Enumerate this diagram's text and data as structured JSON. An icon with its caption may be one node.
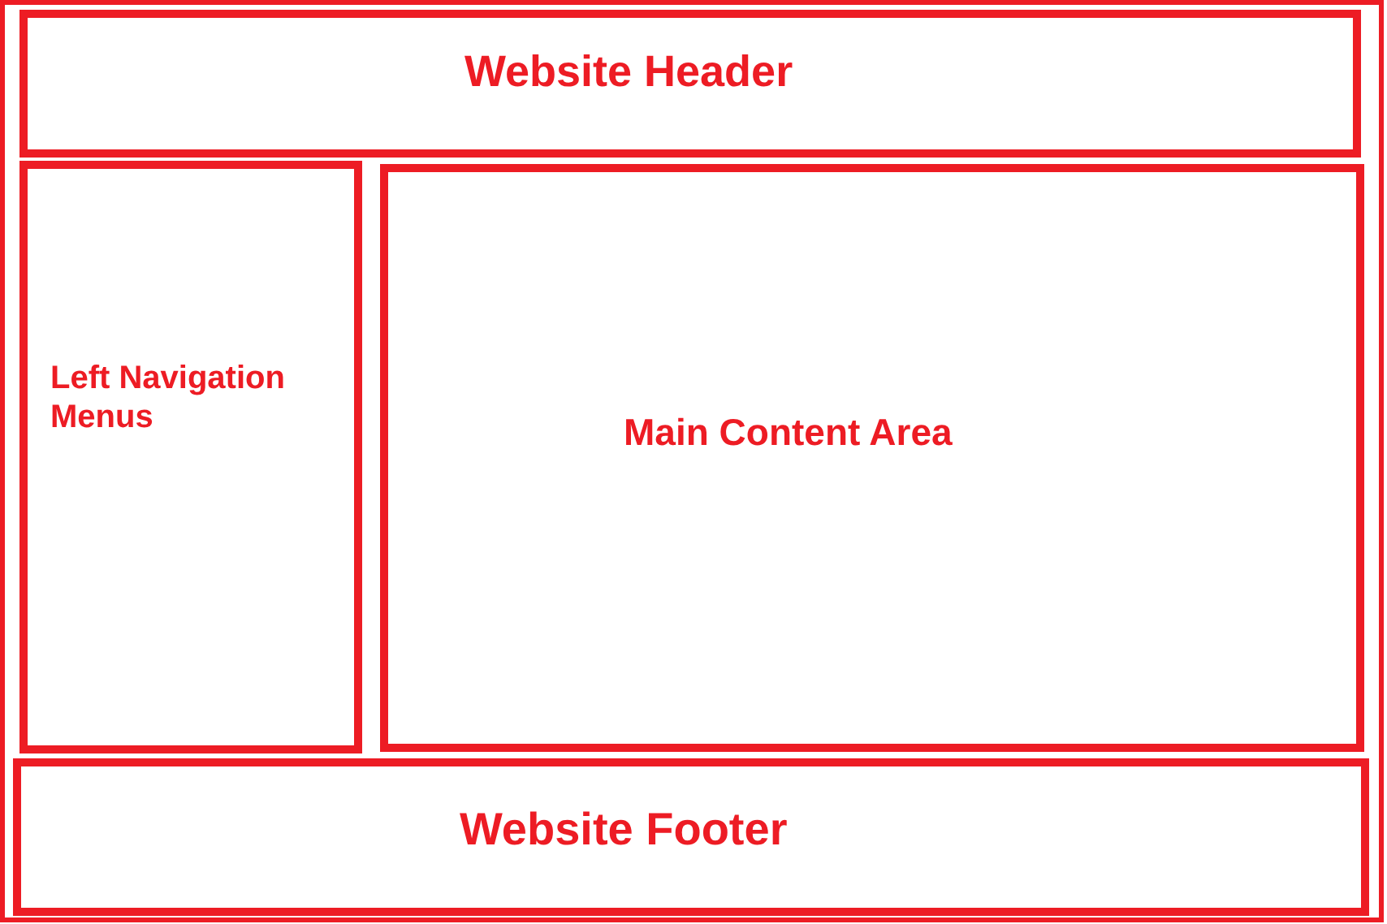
{
  "diagram": {
    "nodes": [
      {
        "text": [],
        "shape": "box"
      },
      {
        "text": [
          "Website Header"
        ],
        "in": 0
      },
      {
        "text": [
          "Left Navigation Menus"
        ],
        "in": 0
      },
      {
        "text": [
          "Main Content Area"
        ],
        "in": 0
      },
      {
        "text": [
          "Website Footer"
        ],
        "in": 0
      }
    ]
  }
}
